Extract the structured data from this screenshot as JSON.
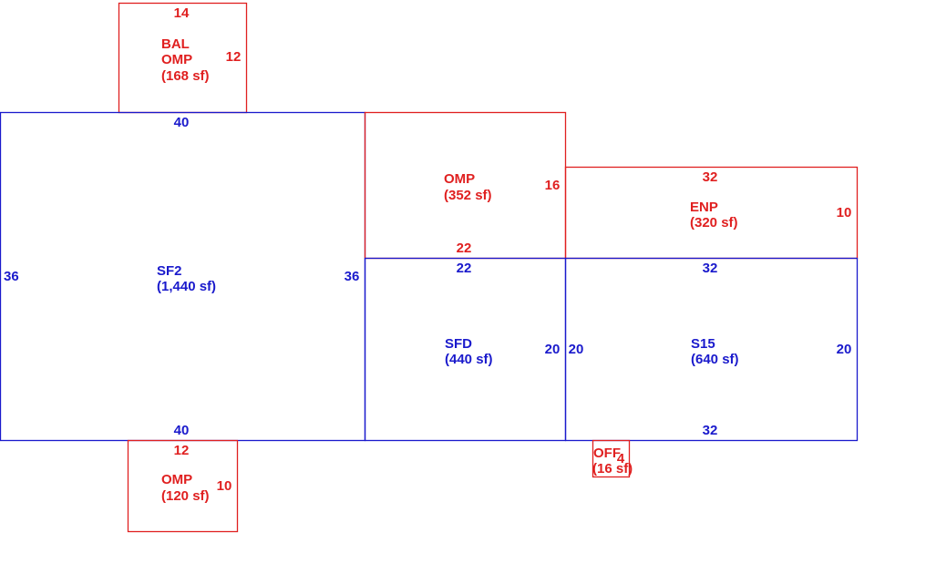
{
  "colors": {
    "living": "#1a1acc",
    "other": "#e02020"
  },
  "areas": {
    "bal": {
      "code1": "BAL",
      "code2": "OMP",
      "area": "(168 sf)",
      "dim_top": "14",
      "dim_right": "12"
    },
    "sf2": {
      "code": "SF2",
      "area": "(1,440 sf)",
      "dim_top": "40",
      "dim_bottom": "40",
      "dim_left": "36",
      "dim_right": "36"
    },
    "omp_top": {
      "code": "OMP",
      "area": "(352 sf)",
      "dim_right": "16",
      "dim_bottom": "22"
    },
    "enp": {
      "code": "ENP",
      "area": "(320 sf)",
      "dim_top": "32",
      "dim_right": "10"
    },
    "sfd": {
      "code": "SFD",
      "area": "(440 sf)",
      "dim_top": "22",
      "dim_right": "20"
    },
    "s15": {
      "code": "S15",
      "area": "(640 sf)",
      "dim_top": "32",
      "dim_bottom": "32",
      "dim_left": "20",
      "dim_right": "20"
    },
    "omp_bottom": {
      "code": "OMP",
      "area": "(120 sf)",
      "dim_top": "12",
      "dim_right": "10"
    },
    "off": {
      "code": "OFF",
      "area": "(16 sf)",
      "dim_right": "4"
    }
  }
}
